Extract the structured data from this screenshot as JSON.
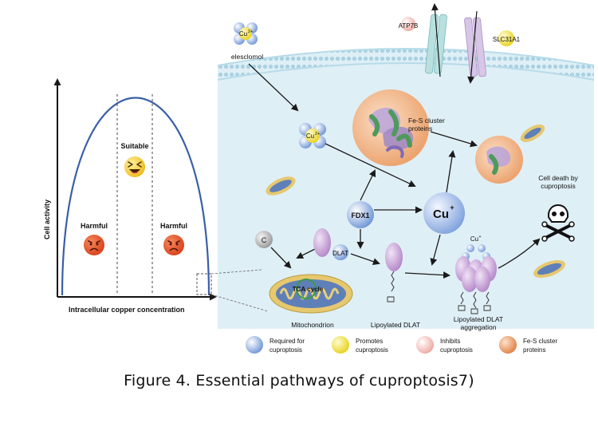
{
  "figure": {
    "caption": "Figure 4. Essential pathways of cuproptosis7)"
  },
  "curve_panel": {
    "y_axis_label": "Cell activity",
    "x_axis_label": "Intracellular copper concentration",
    "zones": [
      {
        "label": "Harmful",
        "face": "sad-face-icon"
      },
      {
        "label": "Suitable",
        "face": "happy-face-icon"
      },
      {
        "label": "Harmful",
        "face": "sad-face-icon"
      }
    ],
    "colors": {
      "curve": "#3a5fa8",
      "sad": "#e0502a",
      "happy": "#f2c230"
    }
  },
  "pathway": {
    "elesclomol": "elesclomol",
    "cu2_a": "Cu",
    "cu2_a_sup": "2+",
    "cu2_b": "Cu",
    "cu2_b_sup": "2+",
    "atp7b": "ATP7B",
    "slc31a1": "SLC31A1",
    "fes_label": "Fe-S cluster\nproteins",
    "cu_plus": "Cu",
    "cu_plus_sup": "+",
    "cu_top": "Cu",
    "cu_top_sup": "+",
    "fdx1": "FDX1",
    "c": "C",
    "dlat": "DLAT",
    "tca": "TCA cycle",
    "mitochondrion": "Mitochondrion",
    "lipoylated_dlat": "Lipoylated DLAT",
    "aggregation": "Lipoylated DLAT\naggregation",
    "cell_death": "Cell death by\ncuproptosis",
    "colors": {
      "cytoplasm": "#dff0f7",
      "membrane": "#bcdde9",
      "required": "#8fb0e0",
      "promotes": "#f4e23a",
      "inhibits": "#f3c3bd",
      "fes": "#e7935a",
      "dlat": "#c8a4d6"
    }
  },
  "legend": [
    {
      "label": "Required for\ncuproptosis",
      "color": "#8fb0e0"
    },
    {
      "label": "Promotes\ncuproptosis",
      "color": "#f4e23a"
    },
    {
      "label": "Inhibits\ncuproptosis",
      "color": "#f3c3bd"
    },
    {
      "label": "Fe-S cluster\nproteins",
      "color": "#e7935a"
    }
  ]
}
